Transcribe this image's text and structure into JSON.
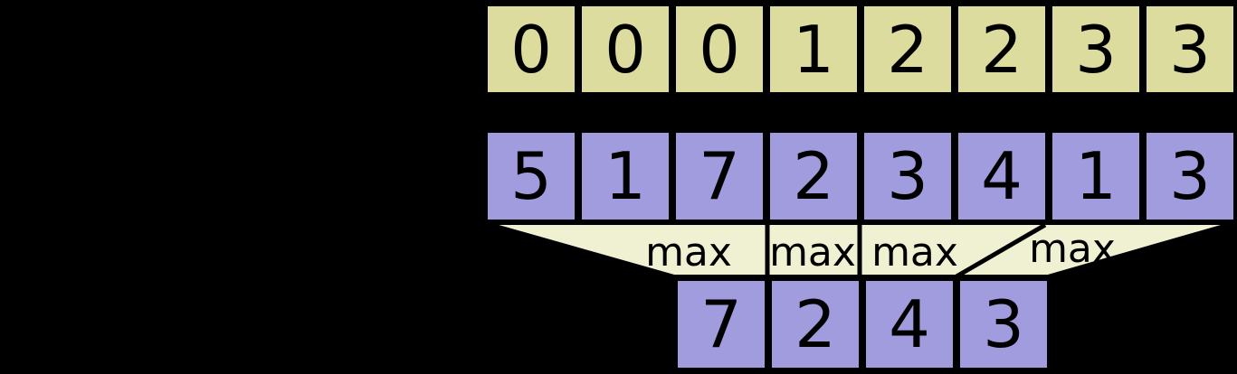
{
  "colors": {
    "canvas_bg": "#000000",
    "segment_row_fill": "#dbdc9e",
    "data_row_fill": "#a19cde",
    "result_row_fill": "#a19cde",
    "band_fill": "#f0f1d3",
    "border": "#000000",
    "text": "#000000"
  },
  "diagram": {
    "type": "segmented-max-reduction",
    "segment_ids": {
      "values": [
        "0",
        "0",
        "0",
        "1",
        "2",
        "2",
        "3",
        "3"
      ]
    },
    "data": {
      "values": [
        "5",
        "1",
        "7",
        "2",
        "3",
        "4",
        "1",
        "3"
      ]
    },
    "operations": {
      "labels": [
        "max",
        "max",
        "max",
        "max"
      ]
    },
    "result": {
      "values": [
        "7",
        "2",
        "4",
        "3"
      ]
    }
  }
}
